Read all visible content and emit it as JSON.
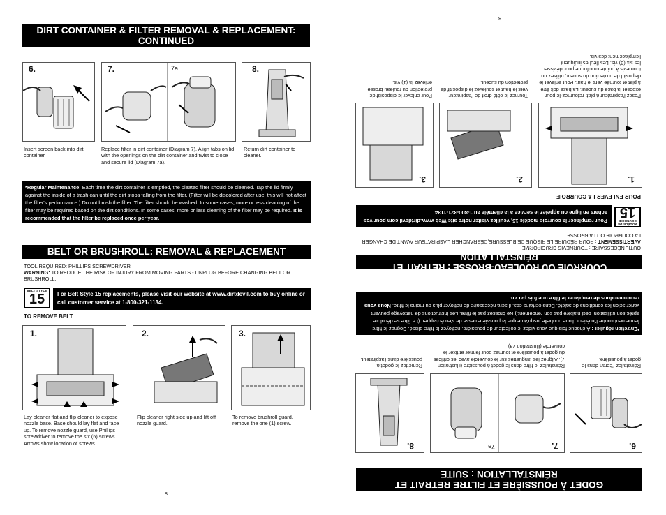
{
  "left": {
    "page_number": "8",
    "section1": {
      "title_line1": "DIRT CONTAINER & FILTER REMOVAL & REPLACEMENT:",
      "title_line2": "CONTINUED",
      "steps": [
        {
          "number": "6.",
          "caption": "Insert screen back into dirt container."
        },
        {
          "number": "7.",
          "sub": "7a.",
          "caption": "Replace filter in dirt container (Diagram 7). Align tabs on lid with the openings on the dirt container and twist to close and secure lid (Diagram 7a)."
        },
        {
          "number": "8.",
          "caption": "Return dirt container to cleaner."
        }
      ],
      "maintenance_label": "*Regular Maintenance:",
      "maintenance_text": " Each time the dirt container is emptied, the pleated filter should be cleaned. Tap the lid firmly against the inside of a trash can until the dirt stops falling from the filter. (Filter will be discolored after use, this will not affect the filter's performance.) Do not brush the filter. The filter should be washed. In some cases, more or less cleaning of the filter may be required based on the dirt conditions. In some cases, more or less cleaning of the filter may be required. ",
      "maintenance_bold": "It is recommended that the filter be replaced once per year."
    },
    "section2": {
      "title": "BELT OR BRUSHROLL: REMOVAL & REPLACEMENT",
      "tool": "TOOL REQUIRED: PHILLIPS SCREWDRIVER",
      "warning_label": "WARNING:",
      "warning_text": " TO REDUCE THE RISK OF INJURY FROM MOVING PARTS - UNPLUG BEFORE CHANGING BELT OR BRUSHROLL.",
      "badge_label": "BELT STYLE",
      "badge_number": "15",
      "callout": "For Belt Style 15 replacements, please visit our website at www.dirtdevil.com to buy online or call customer service at 1-800-321-1134.",
      "subheading": "TO REMOVE BELT",
      "steps": [
        {
          "number": "1.",
          "caption": "Lay cleaner flat and flip cleaner to expose nozzle base. Base should lay flat and face up. To remove nozzle guard, use Phillips screwdriver to remove the six (6) screws. Arrows show location of screws."
        },
        {
          "number": "2.",
          "caption": "Flip cleaner right side up and lift off nozzle guard."
        },
        {
          "number": "3.",
          "caption": "To remove brushroll guard, remove the one (1) screw."
        }
      ]
    }
  },
  "right": {
    "page_number": "8",
    "section1": {
      "title_line1": "GODET À POUSSIÈRE ET FILTRE RETRAIT ET",
      "title_line2": "RÉINSTALLATION : SUITE",
      "steps": [
        {
          "number": "6.",
          "caption": "Réinstallez l'écran dans le godet à poussière."
        },
        {
          "number": "7.",
          "sub": "7a.",
          "caption": "Réinstallez le filtre dans le godet à poussière (illustration 7). Alignez les languettes sur le couvercle avec les orifices du godet à poussière et tournez pour fermer et fixer le couvercle (illustration 7a)."
        },
        {
          "number": "8.",
          "caption": "Remettez le godet à poussière dans l'aspirateur."
        }
      ],
      "maintenance_label": "*Entretien régulier :",
      "maintenance_text": " À chaque fois que vous videz le collecteur de poussière, nettoyez le filtre plissé. Cognez le filtre fermement contre l'intérieur d'une poubelle jusqu'à ce que la poussière cesse de s'en échapper. (Le filtre se décolore après son utilisation, ceci n'altère pas son rendement.) Ne brossez pas le filtre. Les instructions de nettoyage peuvent varier selon les conditions de saleté. Dans certains cas, il sera nécessaire de nettoyer plus ou moins le filtre. ",
      "maintenance_bold": "Nous vous recommandons de remplacer le filtre une fois par an."
    },
    "section2": {
      "title": "COURROIE OU ROULEAU-BROSSE : RETRAIT ET RÉINSTALLATION",
      "tool": "OUTIL NÉCESSAIRE : TOURNEVIS CRUCIFORME",
      "warning_label": "AVERTISSEMENT",
      "warning_text": " : POUR RÉDUIRE LE RISQUE DE BLESSURE,DÉBRANCHER L'ASPIRATEUR AVANT DE CHANGER LA COURROIE OU LA BROSSE.",
      "badge_label": "MODÈLE DE COURROIE",
      "badge_number": "15",
      "callout": "Pour remplacer la courroie modèle 15, veuillez visiter notre site Web www.dirtdevil.com pour vos achats en ligne ou appelez le service à la clientèle au 1-800-321-1134.",
      "subheading": "POUR ENLEVER LA COURROIE",
      "steps": [
        {
          "number": "1.",
          "caption": "Posez l'aspirateur à plat, retournez-le pour exposer la base du suceur. La base doit être à plat et tournée vers le haut. Pour enlever le dispositif de protection du suceur, utilisez un tournevis à pointe cruciforme pour dévisser les six (6) vis. Les flèches indiquent l'emplacement des vis."
        },
        {
          "number": "2.",
          "caption": "Tournez le côté droit de l'aspirateur vers le haut et soulevez le dispositif de protection du suceur."
        },
        {
          "number": "3.",
          "caption": "Pour enlever le dispositif de protection du rouleau brosse, enlevez la (1) vis."
        }
      ]
    }
  }
}
